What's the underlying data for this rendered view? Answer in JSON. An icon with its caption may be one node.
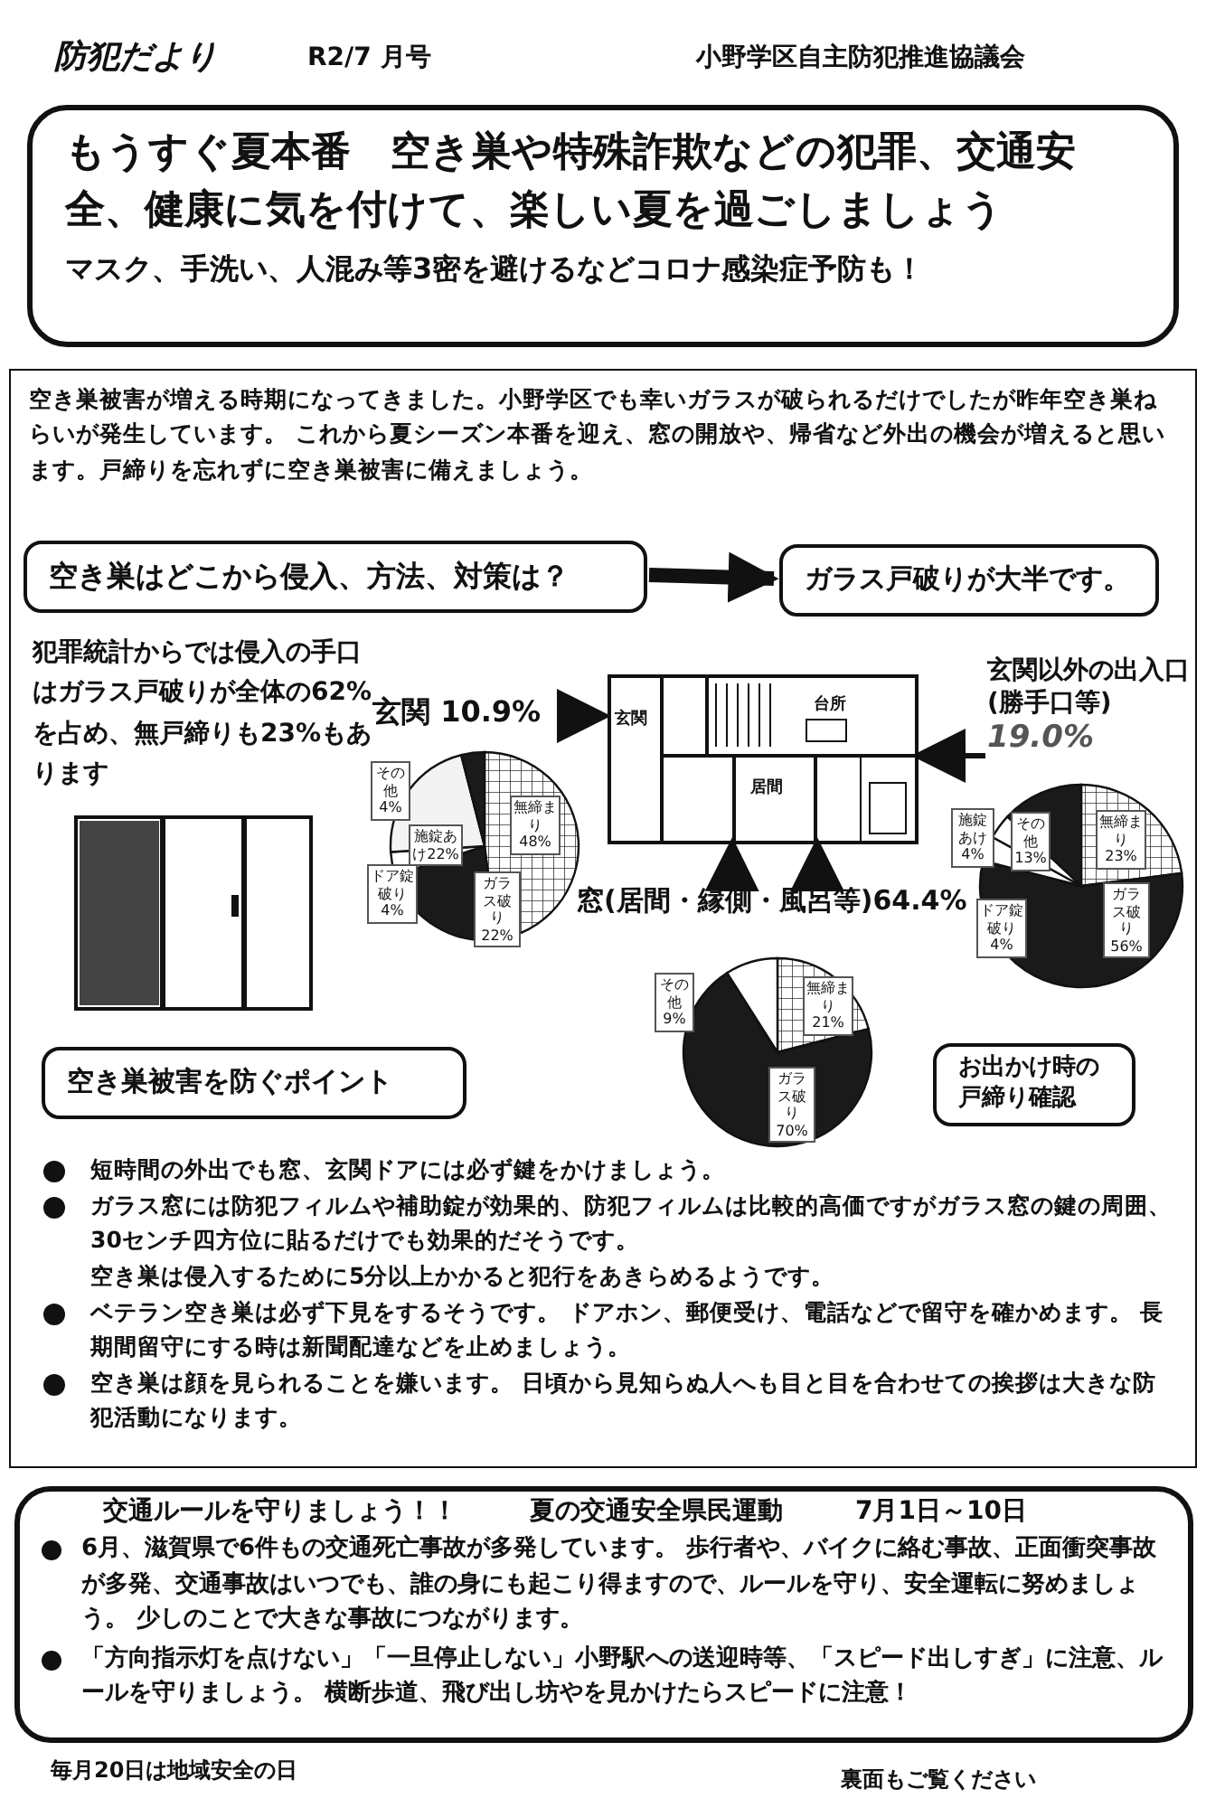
{
  "diagram": {
    "nodes": [
      {
        "text": [
          "もうすぐ夏本番　空き巣や特殊詐欺などの犯罪、交通安全、健康に気を付けて、楽しい夏を過ごしましょう",
          "マスク、手洗い、人混み等3密を避けるなどコロナ感染症予防も！"
        ]
      },
      {
        "text": [
          "空き巣被害が増える時期になってきました。小野学区でも幸いガラスが破られるだけでしたが昨年空き巣ねらいが発生しています。 これから夏シーズン本番を迎え、窓の開放や、帰省など外出の機会が増えると思います。戸締りを忘れずに空き巣被害に備えましょう。"
        ]
      },
      {
        "text": [
          "空き巣はどこから侵入、方法、対策は？"
        ],
        "in": 1
      },
      {
        "text": [
          "ガラス戸破りが大半です。"
        ],
        "in": 1
      },
      {
        "text": [
          "玄関 10.9%"
        ],
        "in": 1
      },
      {
        "text": [],
        "shape": "picture",
        "in": 1
      },
      {
        "text": [
          "玄関以外の出入口(勝手口等)",
          "19.0%"
        ],
        "in": 1
      },
      {
        "text": [
          "窓(居間・縁側・風呂等)64.4%"
        ],
        "in": 1
      },
      {
        "text": [
          "空き巣被害を防ぐポイント"
        ],
        "in": 1
      },
      {
        "text": [
          "お出かけ時の戸締り確認"
        ],
        "in": 1
      },
      {
        "text": [
          "交通ルールを守りましょう！！",
          "夏の交通安全県民運動",
          "7月1日～10日",
          "6月、滋賀県で6件もの交通死亡事故が多発しています。 歩行者や、バイクに絡む事故、正面衝突事故が多発、交通事故はいつでも、誰の身にも起こり得ますので、ルールを守り、安全運転に努めましょう。 少しのことで大きな事故につながります。",
          "「方向指示灯を点けない」「一旦停止しない」小野駅への送迎時等、「スピード出しすぎ」に注意、ルールを守りましょう。 横断歩道、飛び出し坊やを見かけたらスピードに注意！"
        ]
      }
    ],
    "edges": [
      {
        "from": 2,
        "to": 3,
        "arrow": "to",
        "style": "thick"
      },
      {
        "from": 4,
        "to": 5,
        "arrow": "to"
      },
      {
        "from": 6,
        "to": 5,
        "arrow": "to"
      },
      {
        "from": 7,
        "to": 5,
        "arrow": "to"
      },
      {
        "from": 7,
        "to": 5,
        "arrow": "to"
      }
    ],
    "labels": [
      "防犯だより",
      "R2/7 月号",
      "小野学区自主防犯推進協議会",
      "犯罪統計からでは侵入の手口はガラス戸破りが全体の62%を占め、無戸締りも23%もあります",
      "玄関",
      "台所",
      "居間",
      "その他4%",
      "施錠あけ22%",
      "無締まり48%",
      "ドア錠破り4%",
      "ガラス破り22%",
      "施錠あけ4%",
      "その他13%",
      "無締まり23%",
      "ドア錠破り4%",
      "ガラス破り56%",
      "その他9%",
      "無締まり21%",
      "ガラス破り70%",
      "短時間の外出でも窓、玄関ドアには必ず鍵をかけましょう。",
      "ガラス窓には防犯フィルムや補助錠が効果的、防犯フィルムは比較的高価ですがガラス窓の鍵の周囲、30センチ四方位に貼るだけでも効果的だそうです。",
      "空き巣は侵入するために5分以上かかると犯行をあきらめるようです。",
      "ベテラン空き巣は必ず下見をするそうです。 ドアホン、郵便受け、電話などで留守を確かめます。 長期間留守にする時は新聞配達などを止めましょう。",
      "空き巣は顔を見られることを嫌います。 日頃から見知らぬ人へも目と目を合わせての挨拶は大きな防犯活動になります。",
      "毎月20日は地域安全の日",
      "裏面もご覧ください"
    ]
  }
}
